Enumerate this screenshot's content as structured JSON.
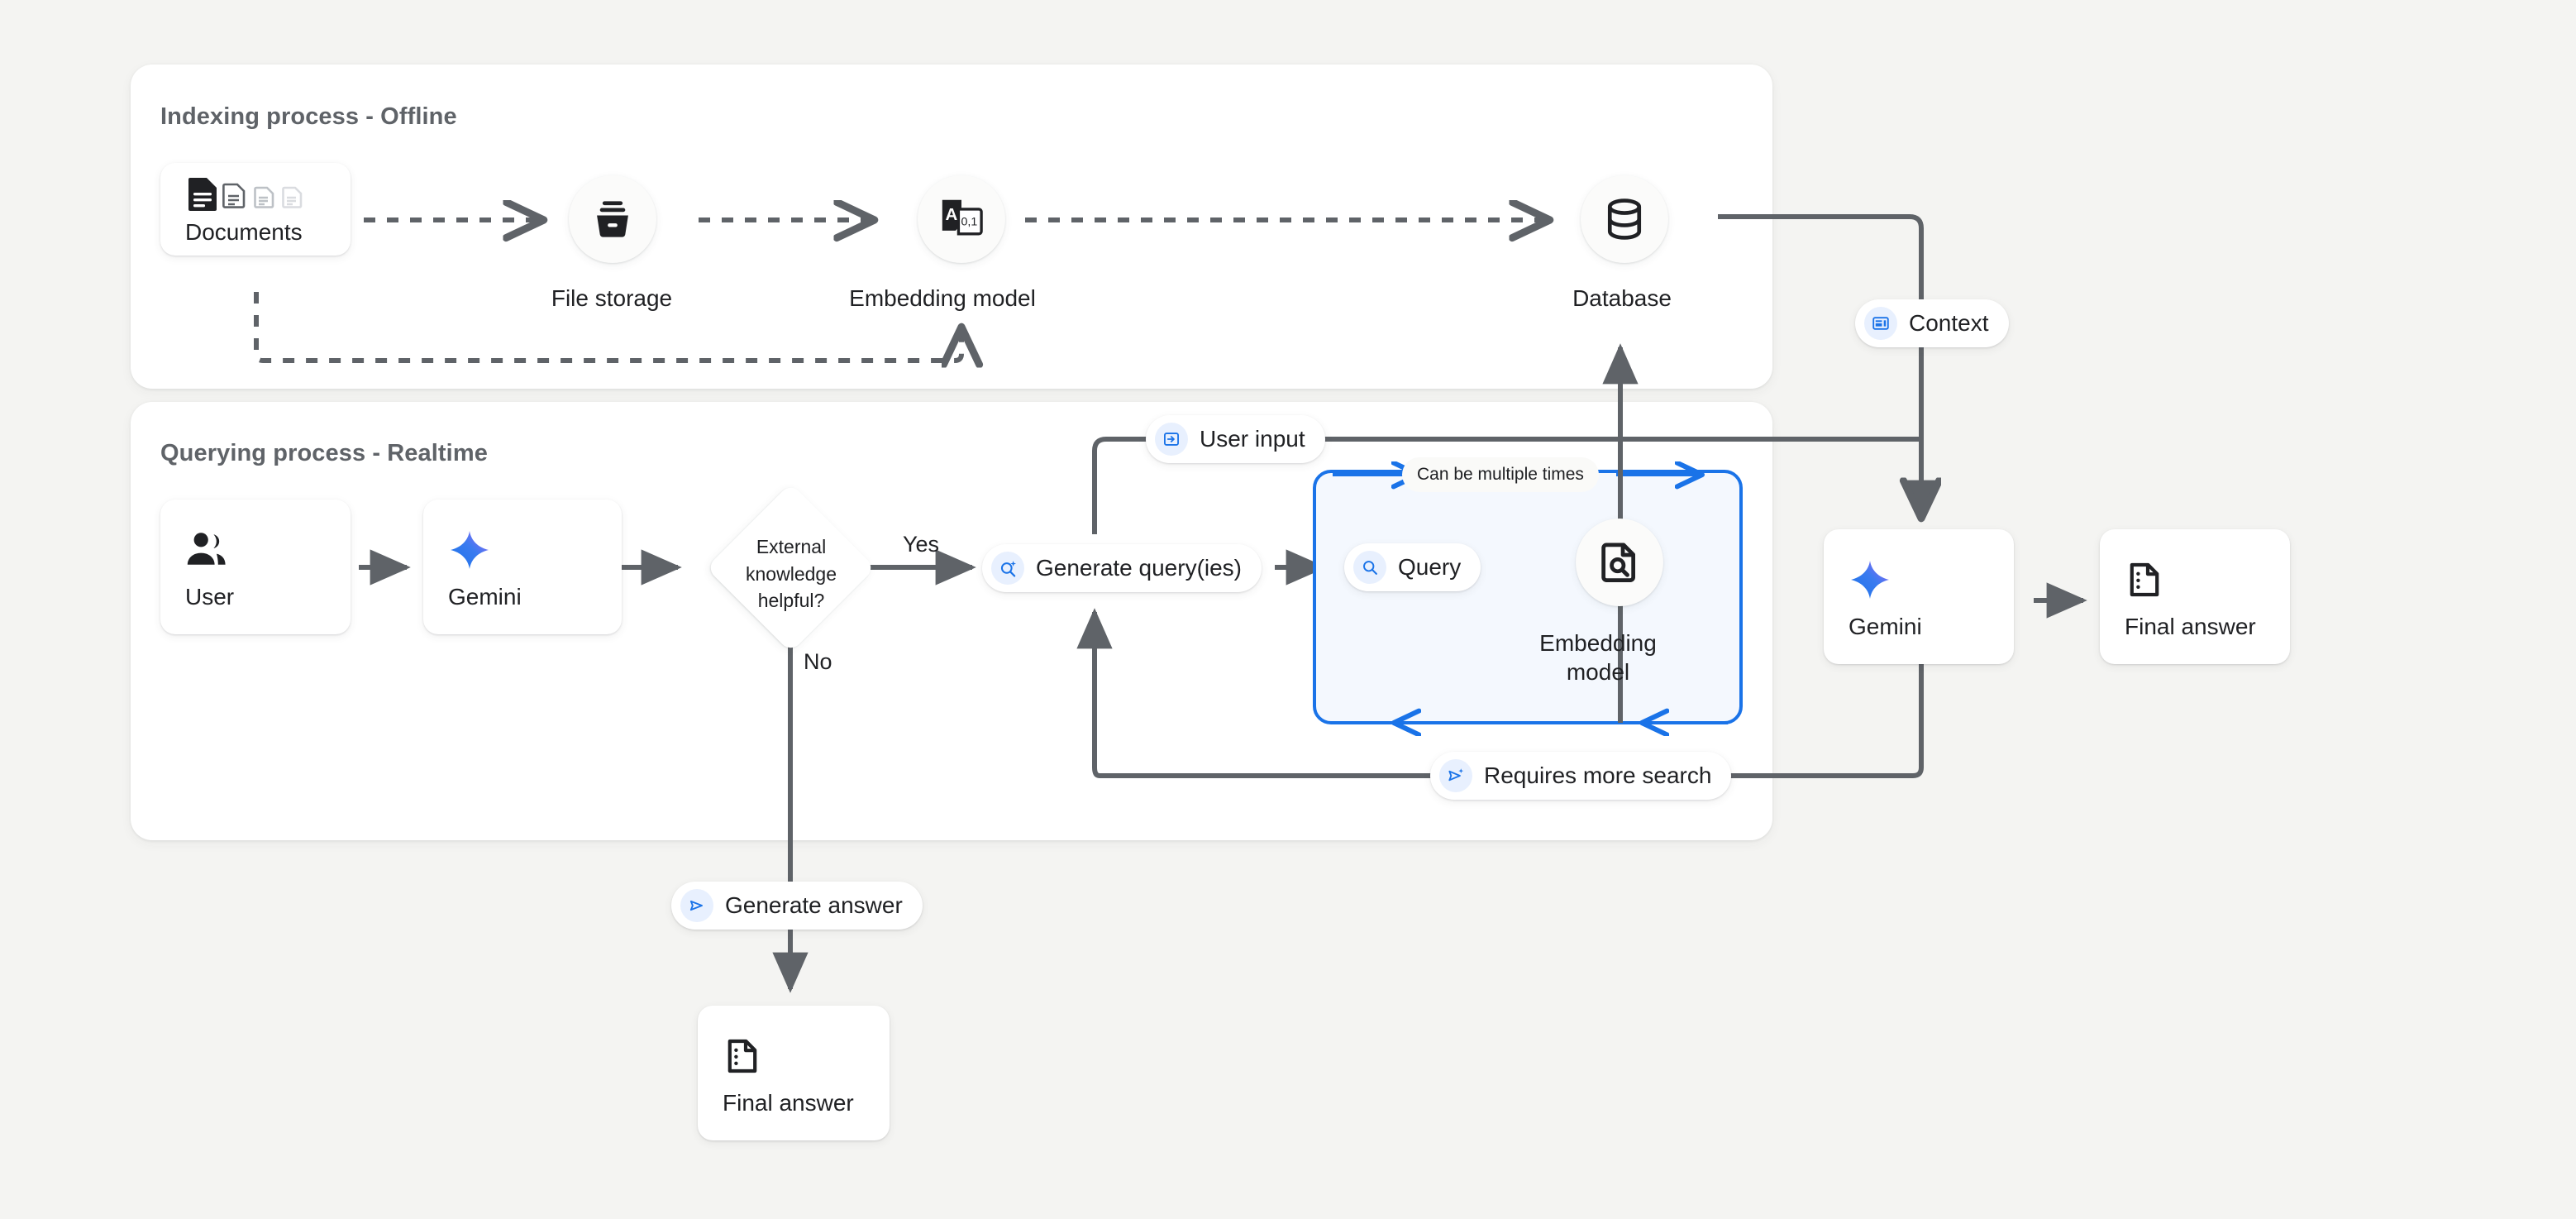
{
  "canvas": {
    "background": "#f4f4f2",
    "accent_blue": "#1a73e8",
    "line_color": "#5f6368"
  },
  "panels": [
    {
      "title": "Indexing process - Offline"
    },
    {
      "title": "Querying process - Realtime"
    }
  ],
  "indexing": {
    "nodes": [
      {
        "id": "documents",
        "label": "Documents",
        "icon": "documents-icon",
        "shape": "card"
      },
      {
        "id": "file_storage",
        "label": "File storage",
        "icon": "file-storage-icon",
        "shape": "circle"
      },
      {
        "id": "embedding_model",
        "label": "Embedding model",
        "icon": "text-to-vector-icon",
        "shape": "circle"
      },
      {
        "id": "database",
        "label": "Database",
        "icon": "database-icon",
        "shape": "circle"
      }
    ]
  },
  "querying": {
    "nodes": [
      {
        "id": "user",
        "label": "User",
        "icon": "user-group-icon",
        "shape": "card"
      },
      {
        "id": "gemini_1",
        "label": "Gemini",
        "icon": "gemini-sparkle-icon",
        "shape": "card"
      },
      {
        "id": "decision",
        "label": "External knowledge helpful?",
        "shape": "diamond"
      },
      {
        "id": "query",
        "label": "Query",
        "icon": "search-icon",
        "shape": "pill"
      },
      {
        "id": "embedding_model_2",
        "label": "Embedding model",
        "icon": "document-search-icon",
        "shape": "circle"
      },
      {
        "id": "gemini_2",
        "label": "Gemini",
        "icon": "gemini-sparkle-icon",
        "shape": "card"
      },
      {
        "id": "final_answer_right",
        "label": "Final answer",
        "icon": "final-answer-icon",
        "shape": "card"
      },
      {
        "id": "final_answer_bottom",
        "label": "Final answer",
        "icon": "final-answer-icon",
        "shape": "card"
      }
    ],
    "loop_note": "Can be multiple times"
  },
  "pills": {
    "context": {
      "label": "Context",
      "icon": "article-icon"
    },
    "user_input": {
      "label": "User input",
      "icon": "input-arrow-icon"
    },
    "generate_queries": {
      "label": "Generate query(ies)",
      "icon": "search-sparkle-icon"
    },
    "requires_more_search": {
      "label": "Requires more search",
      "icon": "send-sparkle-icon"
    },
    "generate_answer": {
      "label": "Generate answer",
      "icon": "send-icon"
    }
  },
  "edge_labels": {
    "yes": "Yes",
    "no": "No"
  }
}
